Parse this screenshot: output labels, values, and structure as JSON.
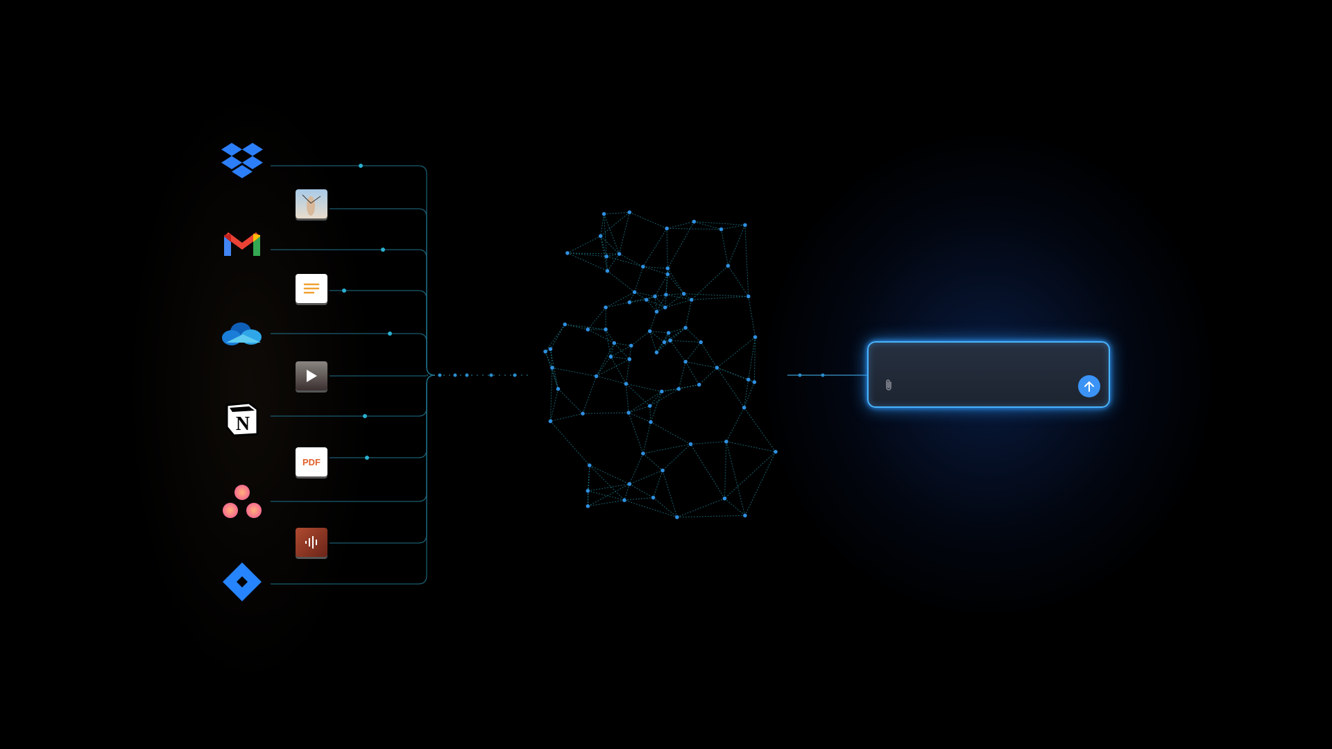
{
  "sources": {
    "apps": [
      {
        "name": "dropbox-icon"
      },
      {
        "name": "gmail-icon"
      },
      {
        "name": "onedrive-icon"
      },
      {
        "name": "notion-icon"
      },
      {
        "name": "asana-icon"
      },
      {
        "name": "jira-icon"
      }
    ],
    "files": [
      {
        "type": "image"
      },
      {
        "type": "document"
      },
      {
        "type": "video"
      },
      {
        "type": "pdf",
        "label": "PDF"
      },
      {
        "type": "audio"
      }
    ]
  },
  "chat_input": {
    "value": "",
    "attach_icon": "paperclip-icon",
    "send_icon": "arrow-up-icon"
  },
  "colors": {
    "accent": "#3b93f5",
    "glow": "#49b4ff",
    "wire": "#1f6f86",
    "node": "#2f8fe0"
  }
}
